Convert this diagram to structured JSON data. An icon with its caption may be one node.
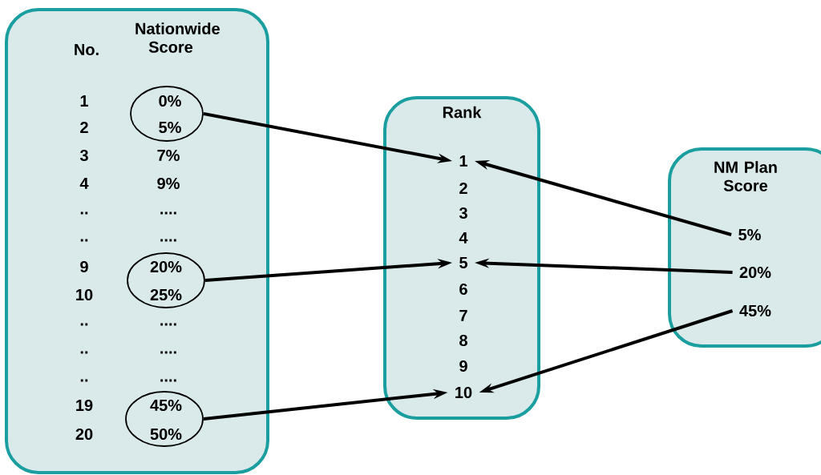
{
  "diagram": {
    "nodes": [
      {
        "text": [
          "No.",
          "Nationwide Score"
        ]
      },
      {
        "text": [
          "0%",
          "5%"
        ],
        "in": 0
      },
      {
        "text": [
          "20%",
          "25%"
        ],
        "in": 0
      },
      {
        "text": [
          "45%",
          "50%"
        ],
        "in": 0
      },
      {
        "text": [
          "Rank"
        ]
      },
      {
        "text": [
          "1"
        ],
        "in": 4
      },
      {
        "text": [
          "5"
        ],
        "in": 4
      },
      {
        "text": [
          "10"
        ],
        "in": 4
      },
      {
        "text": [
          "NM Plan Score"
        ]
      },
      {
        "text": [
          "5%"
        ],
        "in": 8
      },
      {
        "text": [
          "20%"
        ],
        "in": 8
      },
      {
        "text": [
          "45%"
        ],
        "in": 8
      }
    ],
    "edges": [
      {
        "from": 1,
        "to": 5,
        "arrow": "to"
      },
      {
        "from": 2,
        "to": 6,
        "arrow": "to"
      },
      {
        "from": 3,
        "to": 7,
        "arrow": "to"
      },
      {
        "from": 9,
        "to": 5,
        "arrow": "to"
      },
      {
        "from": 10,
        "to": 6,
        "arrow": "to"
      },
      {
        "from": 11,
        "to": 7,
        "arrow": "to"
      }
    ],
    "labels": [
      "1",
      "2",
      "3",
      "7%",
      "4",
      "9%",
      "..",
      "....",
      "..",
      "....",
      "9",
      "10",
      "..",
      "....",
      "..",
      "....",
      "..",
      "....",
      "19",
      "20",
      "2",
      "3",
      "4",
      "6",
      "7",
      "8",
      "9"
    ]
  }
}
